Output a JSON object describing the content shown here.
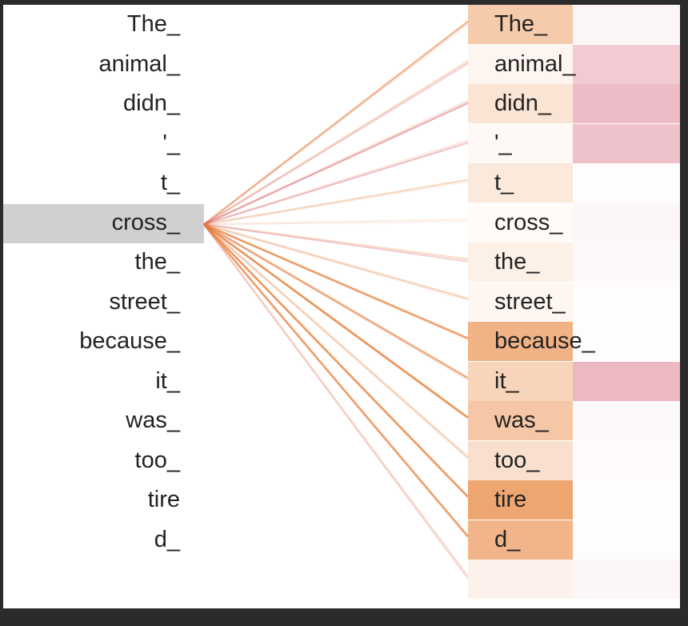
{
  "source_tokens": [
    "The_",
    "animal_",
    "didn_",
    "'_",
    "t_",
    "cross_",
    "the_",
    "street_",
    "because_",
    "it_",
    "was_",
    "too_",
    "tire",
    "d_"
  ],
  "target_tokens": [
    "The_",
    "animal_",
    "didn_",
    "'_",
    "t_",
    "cross_",
    "the_",
    "street_",
    "because_",
    "it_",
    "was_",
    "too_",
    "tire",
    "d_",
    ""
  ],
  "selected_source_index": 5,
  "colors": {
    "head_a": "#e8833a",
    "head_b": "#d0506a",
    "selection": "#d0d0d0"
  },
  "attention_head_a": [
    0.42,
    0.08,
    0.22,
    0.05,
    0.18,
    0.03,
    0.12,
    0.07,
    0.62,
    0.35,
    0.45,
    0.25,
    0.72,
    0.6,
    0.1
  ],
  "attention_head_b": [
    0.06,
    0.3,
    0.38,
    0.35,
    0.02,
    0.05,
    0.04,
    0.02,
    0.01,
    0.4,
    0.04,
    0.03,
    0.01,
    0.01,
    0.05
  ],
  "line_alpha_a": [
    0.55,
    0.25,
    0.2,
    0.15,
    0.3,
    0.12,
    0.25,
    0.35,
    0.75,
    0.65,
    0.85,
    0.35,
    0.8,
    0.75,
    0.2
  ],
  "line_alpha_b": [
    0.1,
    0.25,
    0.45,
    0.35,
    0.05,
    0.05,
    0.25,
    0.05,
    0.05,
    0.1,
    0.05,
    0.05,
    0.05,
    0.05,
    0.2
  ]
}
